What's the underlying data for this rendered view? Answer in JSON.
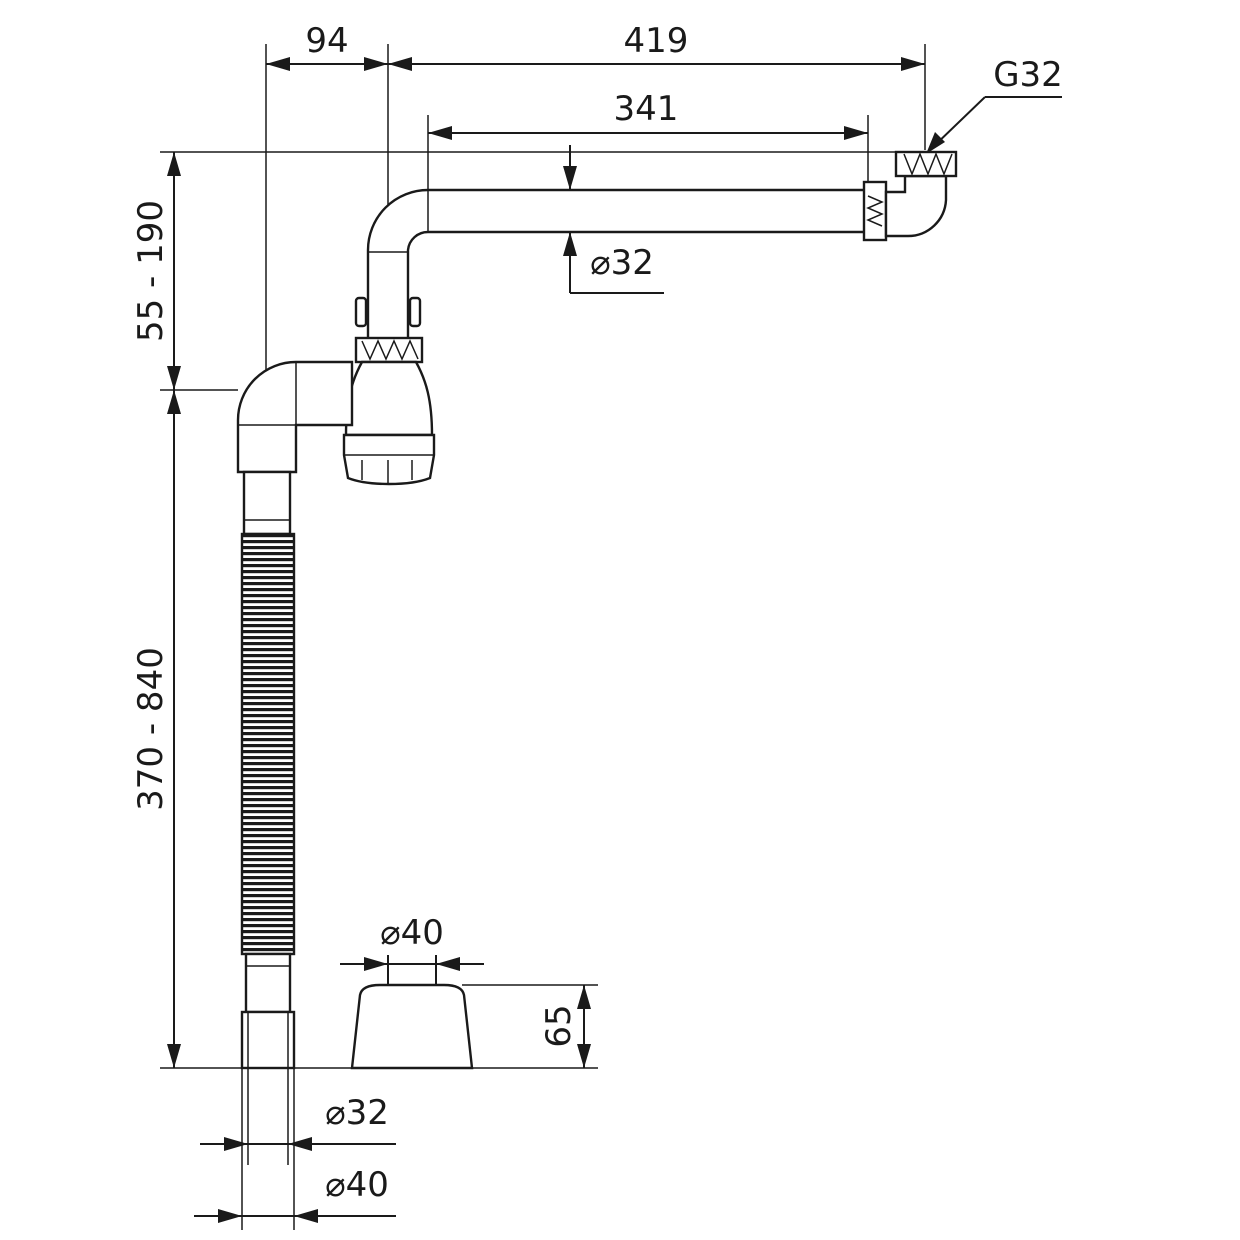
{
  "diagram": {
    "dimensions": {
      "offset_94": "94",
      "width_419": "419",
      "width_341": "341",
      "thread": "G32",
      "pipe_dia_32": "⌀32",
      "height_55_190": "55 - 190",
      "height_370_840": "370 - 840",
      "cap_dia_40": "⌀40",
      "cap_height_65": "65",
      "outlet_dia_32": "⌀32",
      "outlet_dia_40": "⌀40"
    },
    "colors": {
      "line": "#1a1a1a",
      "background": "#ffffff"
    }
  }
}
